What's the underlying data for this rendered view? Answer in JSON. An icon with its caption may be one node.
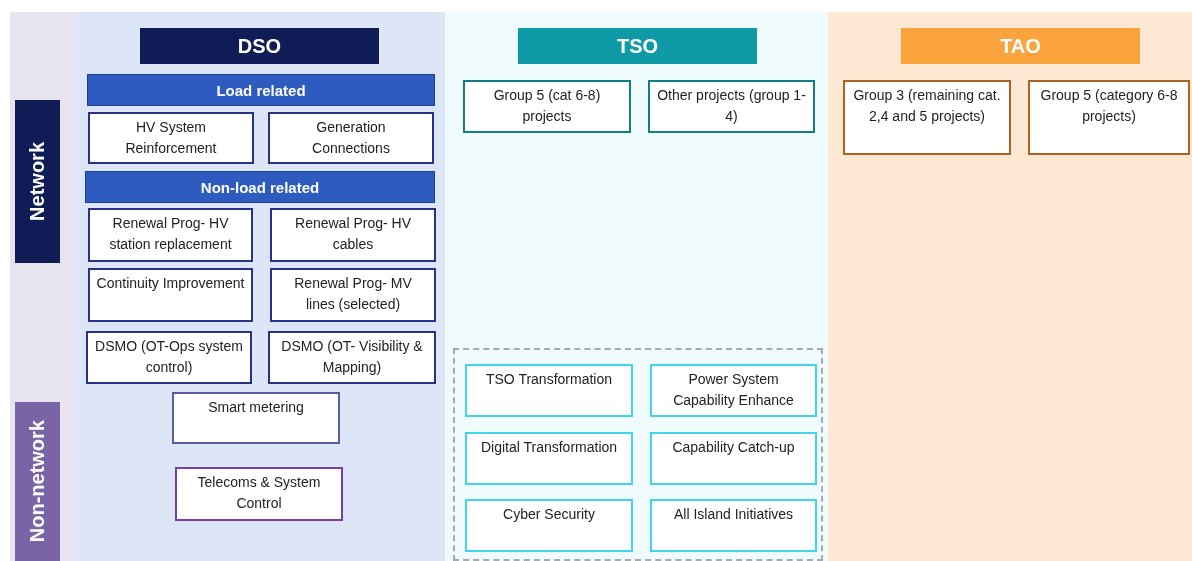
{
  "diagram": {
    "nodes": [
      {
        "text": [
          "Network"
        ]
      },
      {
        "text": [
          "Non-network"
        ]
      },
      {
        "text": [
          "DSO"
        ]
      },
      {
        "text": [
          "Load related"
        ],
        "in": 2
      },
      {
        "text": [
          "HV System Reinforcement"
        ],
        "in": 2
      },
      {
        "text": [
          "Generation Connections"
        ],
        "in": 2
      },
      {
        "text": [
          "Non-load related"
        ],
        "in": 2
      },
      {
        "text": [
          "Renewal Prog- HV station replacement"
        ],
        "in": 2
      },
      {
        "text": [
          "Renewal Prog- HV cables"
        ],
        "in": 2
      },
      {
        "text": [
          "Continuity Improvement"
        ],
        "in": 2
      },
      {
        "text": [
          "Renewal Prog- MV lines (selected)"
        ],
        "in": 2
      },
      {
        "text": [
          "DSMO (OT-Ops system control)"
        ],
        "in": 2
      },
      {
        "text": [
          "DSMO (OT- Visibility & Mapping)"
        ],
        "in": 2
      },
      {
        "text": [
          "Smart metering"
        ],
        "in": 2
      },
      {
        "text": [
          "Telecoms & System Control"
        ],
        "in": 2
      },
      {
        "text": [
          "TSO"
        ]
      },
      {
        "text": [
          "Group 5 (cat 6-8) projects"
        ],
        "in": 15
      },
      {
        "text": [
          "Other projects (group 1-4)"
        ],
        "in": 15
      },
      {
        "text": [],
        "shape": "box",
        "in": 15
      },
      {
        "text": [
          "TSO Transformation"
        ],
        "in": 18
      },
      {
        "text": [
          "Power System Capability Enhance"
        ],
        "in": 18
      },
      {
        "text": [
          "Digital Transformation"
        ],
        "in": 18
      },
      {
        "text": [
          "Capability Catch-up"
        ],
        "in": 18
      },
      {
        "text": [
          "Cyber Security"
        ],
        "in": 18
      },
      {
        "text": [
          "All Island Initiatives"
        ],
        "in": 18
      },
      {
        "text": [
          "TAO"
        ]
      },
      {
        "text": [
          "Group 3 (remaining cat. 2,4 and 5 projects)"
        ],
        "in": 25
      },
      {
        "text": [
          "Group 5 (category 6-8 projects)"
        ],
        "in": 25
      }
    ]
  }
}
